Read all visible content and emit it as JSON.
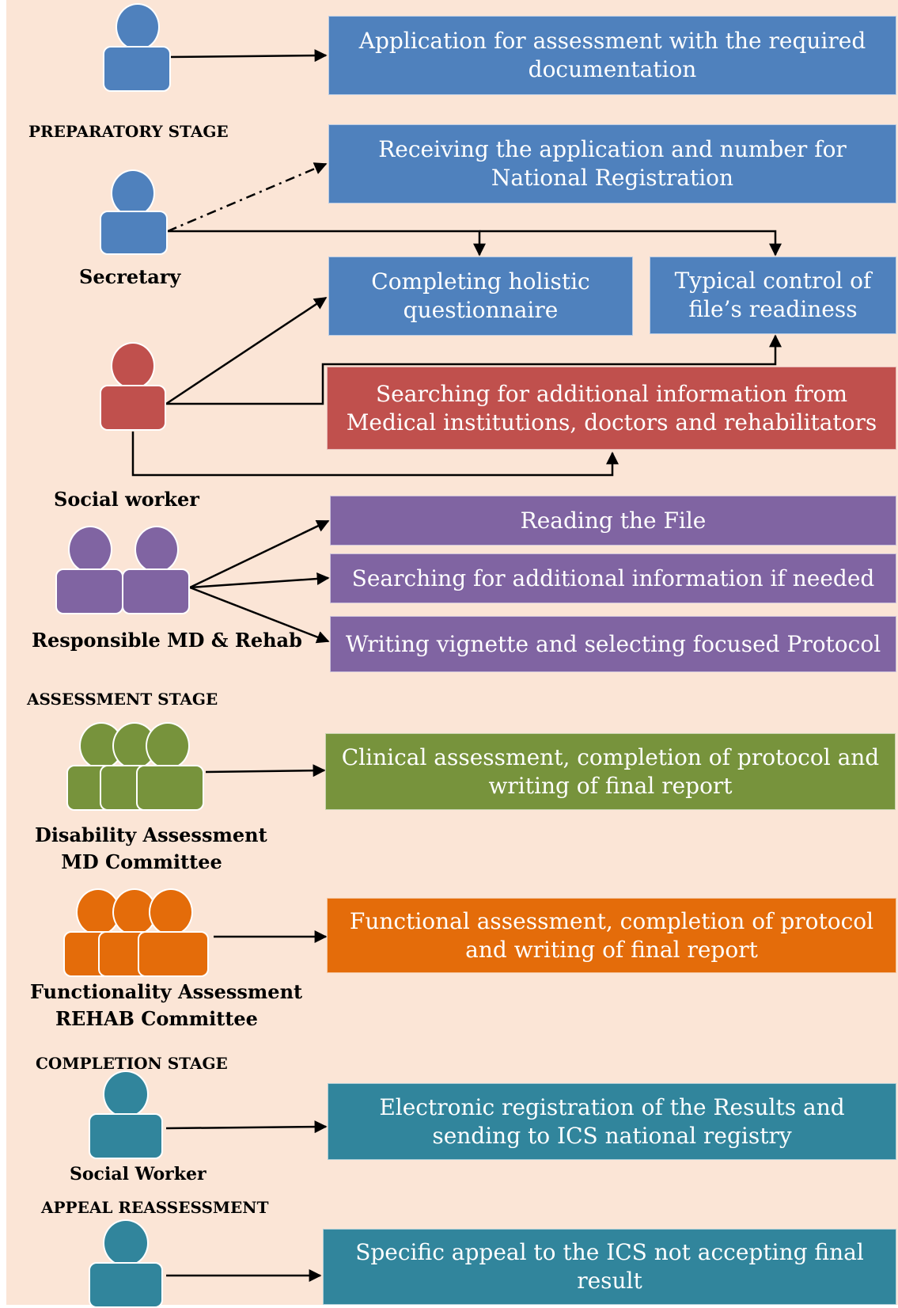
{
  "colors": {
    "background": "#fbe5d6",
    "blue": "#4f81bd",
    "red": "#c0504d",
    "purple": "#8064a2",
    "green": "#77933c",
    "orange": "#e46c0a",
    "teal": "#31859c"
  },
  "stages": {
    "preparatory": "PREPARATORY STAGE",
    "assessment": "ASSESSMENT STAGE",
    "completion": "COMPLETION STAGE",
    "appeal": "APPEAL REASSESSMENT"
  },
  "roles": {
    "secretary": "Secretary",
    "social_worker": "Social worker",
    "responsible": "Responsible MD & Rehab",
    "disability_committee": [
      "Disability Assessment",
      "MD Committee"
    ],
    "functionality_committee": [
      "Functionality Assessment",
      "REHAB Committee"
    ],
    "social_worker_completion": "Social Worker"
  },
  "icons": [
    "person-icon",
    "person-group-icon"
  ],
  "steps": {
    "application": "Application for assessment with the required documentation",
    "receiving": "Receiving the application and number for National Registration",
    "holistic": "Completing holistic questionnaire",
    "control": "Typical control of file’s readiness",
    "searching_medical": "Searching for additional information from Medical institutions, doctors and rehabilitators",
    "reading": "Reading the File",
    "searching_if_needed": "Searching for additional information if needed",
    "vignette": "Writing vignette and selecting focused Protocol",
    "clinical": "Clinical assessment, completion of protocol and writing of final report",
    "functional": "Functional assessment, completion of protocol and writing of final report",
    "electronic": "Electronic registration of the Results and sending to ICS national registry",
    "appeal": "Specific appeal to the ICS not accepting final result"
  }
}
